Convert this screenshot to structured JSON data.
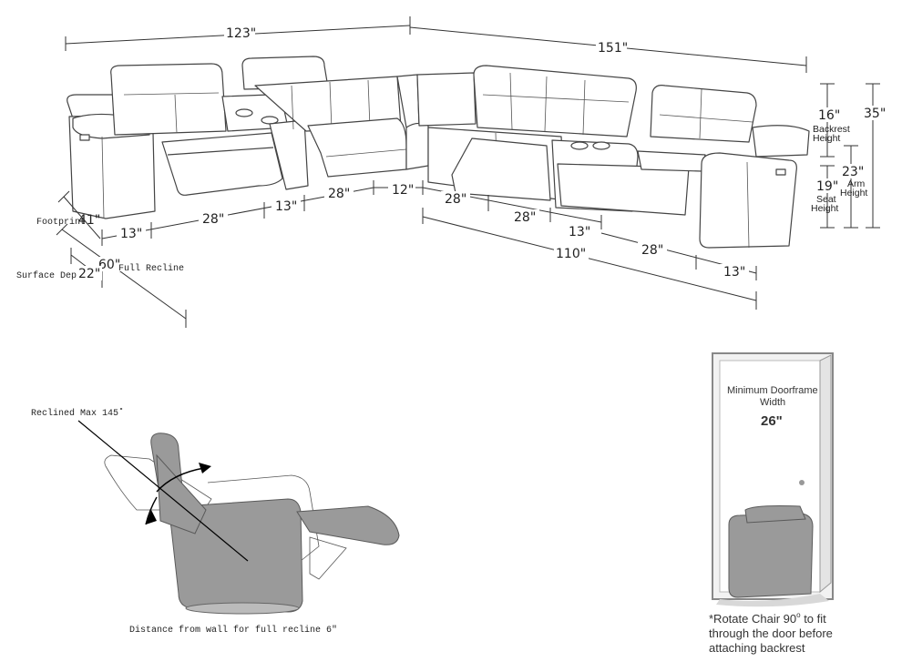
{
  "dimensions": {
    "overall_left": "123\"",
    "overall_right": "151\"",
    "backrest_height_value": "16\"",
    "backrest_height_label_1": "Backrest",
    "backrest_height_label_2": "Height",
    "total_height": "35\"",
    "arm_height_value": "23\"",
    "arm_height_label_1": "Arm",
    "arm_height_label_2": "Height",
    "seat_height_value": "19\"",
    "seat_height_label_1": "Seat",
    "seat_height_label_2": "Height",
    "footprint_label": "Footprint",
    "footprint_value": "41\"",
    "surface_depth_label": "Surface Depth",
    "surface_depth_value": "22\"",
    "full_recline_value": "60\"",
    "full_recline_label": "Full Recline",
    "left_arm": "13\"",
    "left_seat": "28\"",
    "left_console": "13\"",
    "corner_left": "28\"",
    "corner_mid": "12\"",
    "right_seat_1": "28\"",
    "right_seat_2": "28\"",
    "right_console": "13\"",
    "right_seat_3": "28\"",
    "right_arm": "13\"",
    "right_run": "110\""
  },
  "recline": {
    "max_label": "Reclined Max 145˚",
    "wall_distance": "Distance from wall for full recline 6\""
  },
  "doorframe": {
    "title_1": "Minimum Doorframe",
    "title_2": "Width",
    "width_value": "26\"",
    "note_1": "*Rotate Chair 90",
    "note_degree": "o",
    "note_1_end": " to fit",
    "note_2": "through the door before",
    "note_3": "attaching backrest"
  }
}
